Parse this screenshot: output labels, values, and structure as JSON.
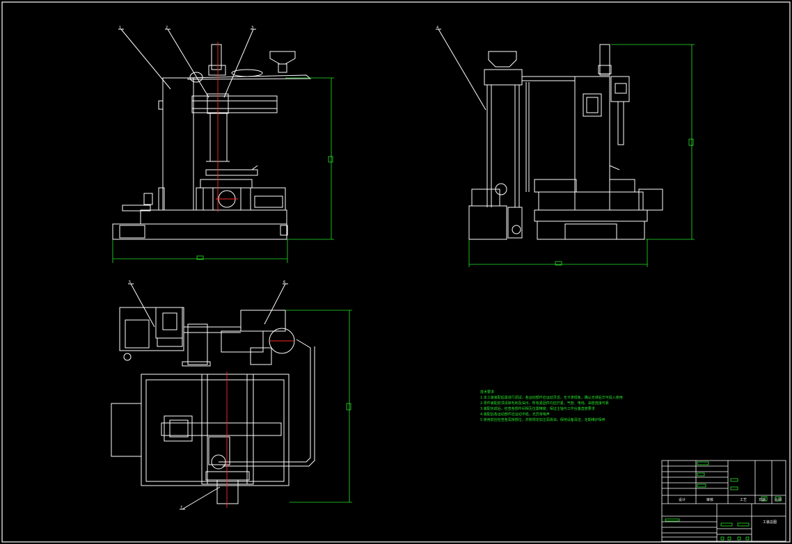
{
  "drawing": {
    "title_block_name": "工装总图",
    "title_block_labels": [
      "设计",
      "审核",
      "工艺",
      "日期",
      "比例"
    ],
    "leader_tags": [
      "1",
      "2",
      "3",
      "4",
      "5",
      "6",
      "7"
    ]
  },
  "technical_notes": {
    "heading": "技术要求",
    "lines": [
      "1.本工装装配后需进行调试，各运动部件应运动灵活，无卡滞现象，确认无误后方可投入使用",
      "2.零件装配前须清除毛刺及油污，所有紧固件均应拧紧，气管、电线、油管连接可靠",
      "3.装配完成后，检查各部件间相互位置精度，保证主轴与工作台垂直度要求",
      "4.装配后各运动部件应运动平稳，无异常噪声",
      "5.使用前应检查各润滑部位，并按规定加注润滑油，保持设备清洁，定期维护保养"
    ]
  },
  "colors": {
    "background": "#000000",
    "line": "#ffffff",
    "dimension": "#27e62a",
    "centerline": "#ff2a2a"
  }
}
